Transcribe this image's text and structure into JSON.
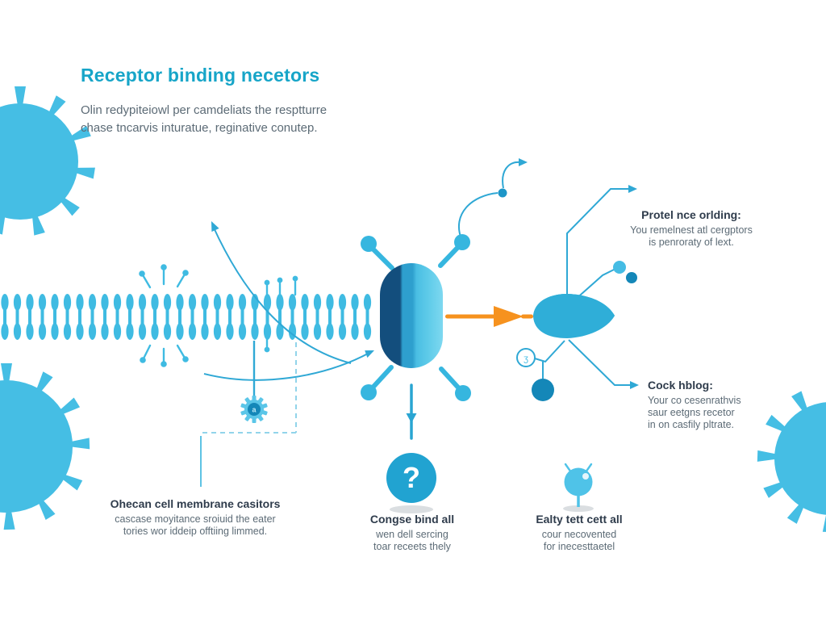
{
  "header": {
    "title": "Receptor binding necetors",
    "subtitle_line1": "Olin redypiteiowl per camdeliats the resptturre",
    "subtitle_line2": "chase tncarvis inturatue, reginative conutep."
  },
  "annotations": {
    "protein_docking": {
      "heading": "Protel nce orlding:",
      "line1": "You remelnest atl cergptors",
      "line2": "is penroraty of lext."
    },
    "cell_binding": {
      "heading": "Cock hblog:",
      "line1": "Your co cesenrathvis",
      "line2": "saur eetgns recetor",
      "line3": "in on casfily pltrate."
    },
    "cell_membrane": {
      "heading": "Ohecan cell membrane casitors",
      "line1": "cascase moyitance sroiuid the eater",
      "line2": "tories wor iddeip offtiing limmed."
    },
    "receptor_binding": {
      "heading": "Congse bind all",
      "line1": "wen dell sercing",
      "line2": "toar receets thely"
    },
    "early_cell": {
      "heading": "Ealty tett cett all",
      "line1": "cour necovented",
      "line2": "for inecesttaetel"
    }
  },
  "glyphs": {
    "question_mark": "?",
    "badge_glyph": "a",
    "ring_glyph": "ʒ"
  },
  "colors": {
    "accent_teal": "#17A5C8",
    "virus_blue": "#45BEE4",
    "membrane_blue": "#3FBBE2",
    "receptor_navy": "#134E7D",
    "receptor_cyan": "#55C8E8",
    "arrow_orange": "#F6921E",
    "line_blue": "#2FA8D5",
    "deep_dot_blue": "#1487B8",
    "heading_text": "#2F3C4C",
    "body_text": "#5C6B76"
  }
}
